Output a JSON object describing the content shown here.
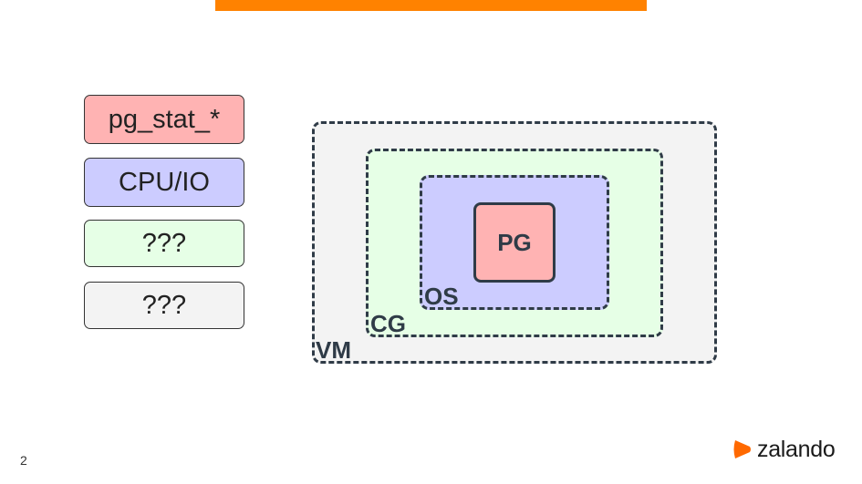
{
  "legend": [
    {
      "label": "pg_stat_*",
      "color": "#ffb3b3"
    },
    {
      "label": "CPU/IO",
      "color": "#ccccff"
    },
    {
      "label": "???",
      "color": "#e6ffe6"
    },
    {
      "label": "???",
      "color": "#f3f3f3"
    }
  ],
  "diagram": {
    "layers": {
      "vm": "VM",
      "cg": "CG",
      "os": "OS",
      "pg": "PG"
    }
  },
  "footer": {
    "page_number": "2",
    "logo_text": "zalando",
    "logo_color": "#ff6900"
  },
  "accent_color": "#ff8200"
}
